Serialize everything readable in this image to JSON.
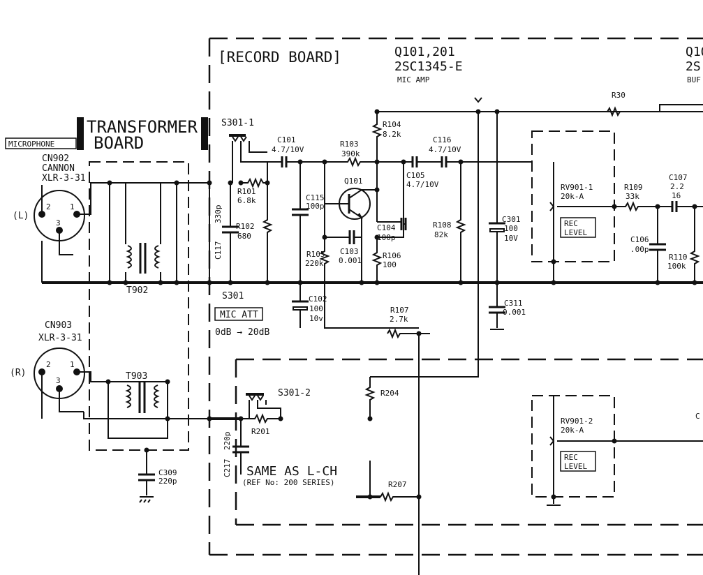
{
  "record_board": {
    "title": "[RECORD BOARD]"
  },
  "transformer_board": {
    "title_line1": "TRANSFORMER",
    "title_line2": "BOARD"
  },
  "transistors": {
    "q101_block": {
      "ref": "Q101,201",
      "part": "2SC1345-E",
      "func": "MIC AMP"
    },
    "q102_block": {
      "ref": "Q10",
      "part": "2S",
      "func": "BUF"
    },
    "q101_label": "Q101"
  },
  "connectors": {
    "microphone_label": "MICROPHONE",
    "cn902": {
      "ref": "CN902",
      "brand": "CANNON",
      "type": "XLR-3-31"
    },
    "cn903": {
      "ref": "CN903",
      "type": "XLR-3-31"
    },
    "left_channel": "(L)",
    "right_channel": "(R)",
    "pin1": "1",
    "pin2": "2",
    "pin3": "3"
  },
  "transformers": {
    "t902": "T902",
    "t903": "T903"
  },
  "switches": {
    "s301_1": "S301-1",
    "s301_2": "S301-2",
    "s301": "S301",
    "mic_att_label": "MIC ATT",
    "mic_att_range": "0dB → 20dB"
  },
  "components": {
    "c101_ref": "C101",
    "c101_val": "4.7/10V",
    "r101_ref": "R101",
    "r101_val": "6.8k",
    "r102_ref": "R102",
    "r102_val": "680",
    "c117_ref": "C117",
    "c117_val": "330p",
    "r103_ref": "R103",
    "r103_val": "390k",
    "r104_ref": "R104",
    "r104_val": "8.2k",
    "c116_ref": "C116",
    "c116_val": "4.7/10V",
    "c105_ref": "C105",
    "c105_val": "4.7/10V",
    "c115_ref": "C115",
    "c115_val": "100p",
    "c104_ref": "C104",
    "c104_val": "100p",
    "c103_ref": "C103",
    "c103_val": "0.001",
    "r105_ref": "R105",
    "r105_val": "220k",
    "r106_ref": "R106",
    "r106_val": "100",
    "r108_ref": "R108",
    "r108_val": "82k",
    "c301_ref": "C301",
    "c301_val1": "100",
    "c301_val2": "10V",
    "c102_ref": "C102",
    "c102_val1": "100",
    "c102_val2": "10v",
    "r107_ref": "R107",
    "r107_val": "2.7k",
    "c311_ref": "C311",
    "c311_val": "0.001",
    "r30_ref": "R30",
    "rv901_1_ref": "RV901-1",
    "rv901_1_val": "20k-A",
    "rv901_2_ref": "RV901-2",
    "rv901_2_val": "20k-A",
    "rec_level_1a": "REC",
    "rec_level_1b": "LEVEL",
    "rec_level_2a": "REC",
    "rec_level_2b": "LEVEL",
    "r109_ref": "R109",
    "r109_val": "33k",
    "c107_ref": "C107",
    "c107_val1": "2.2",
    "c107_val2": "16",
    "c106_ref": "C106",
    "c106_val": ".00p",
    "r110_ref": "R110",
    "r110_val": "100k",
    "r204_ref": "R204",
    "r201_ref": "R201",
    "r207_ref": "R207",
    "c217_ref": "C217",
    "c217_val": "220p",
    "c309_ref": "C309",
    "c309_val": "220p",
    "c20_partial": "C"
  },
  "notes": {
    "same_as": "SAME AS L-CH",
    "ref_no": "(REF No: 200 SERIES)"
  }
}
